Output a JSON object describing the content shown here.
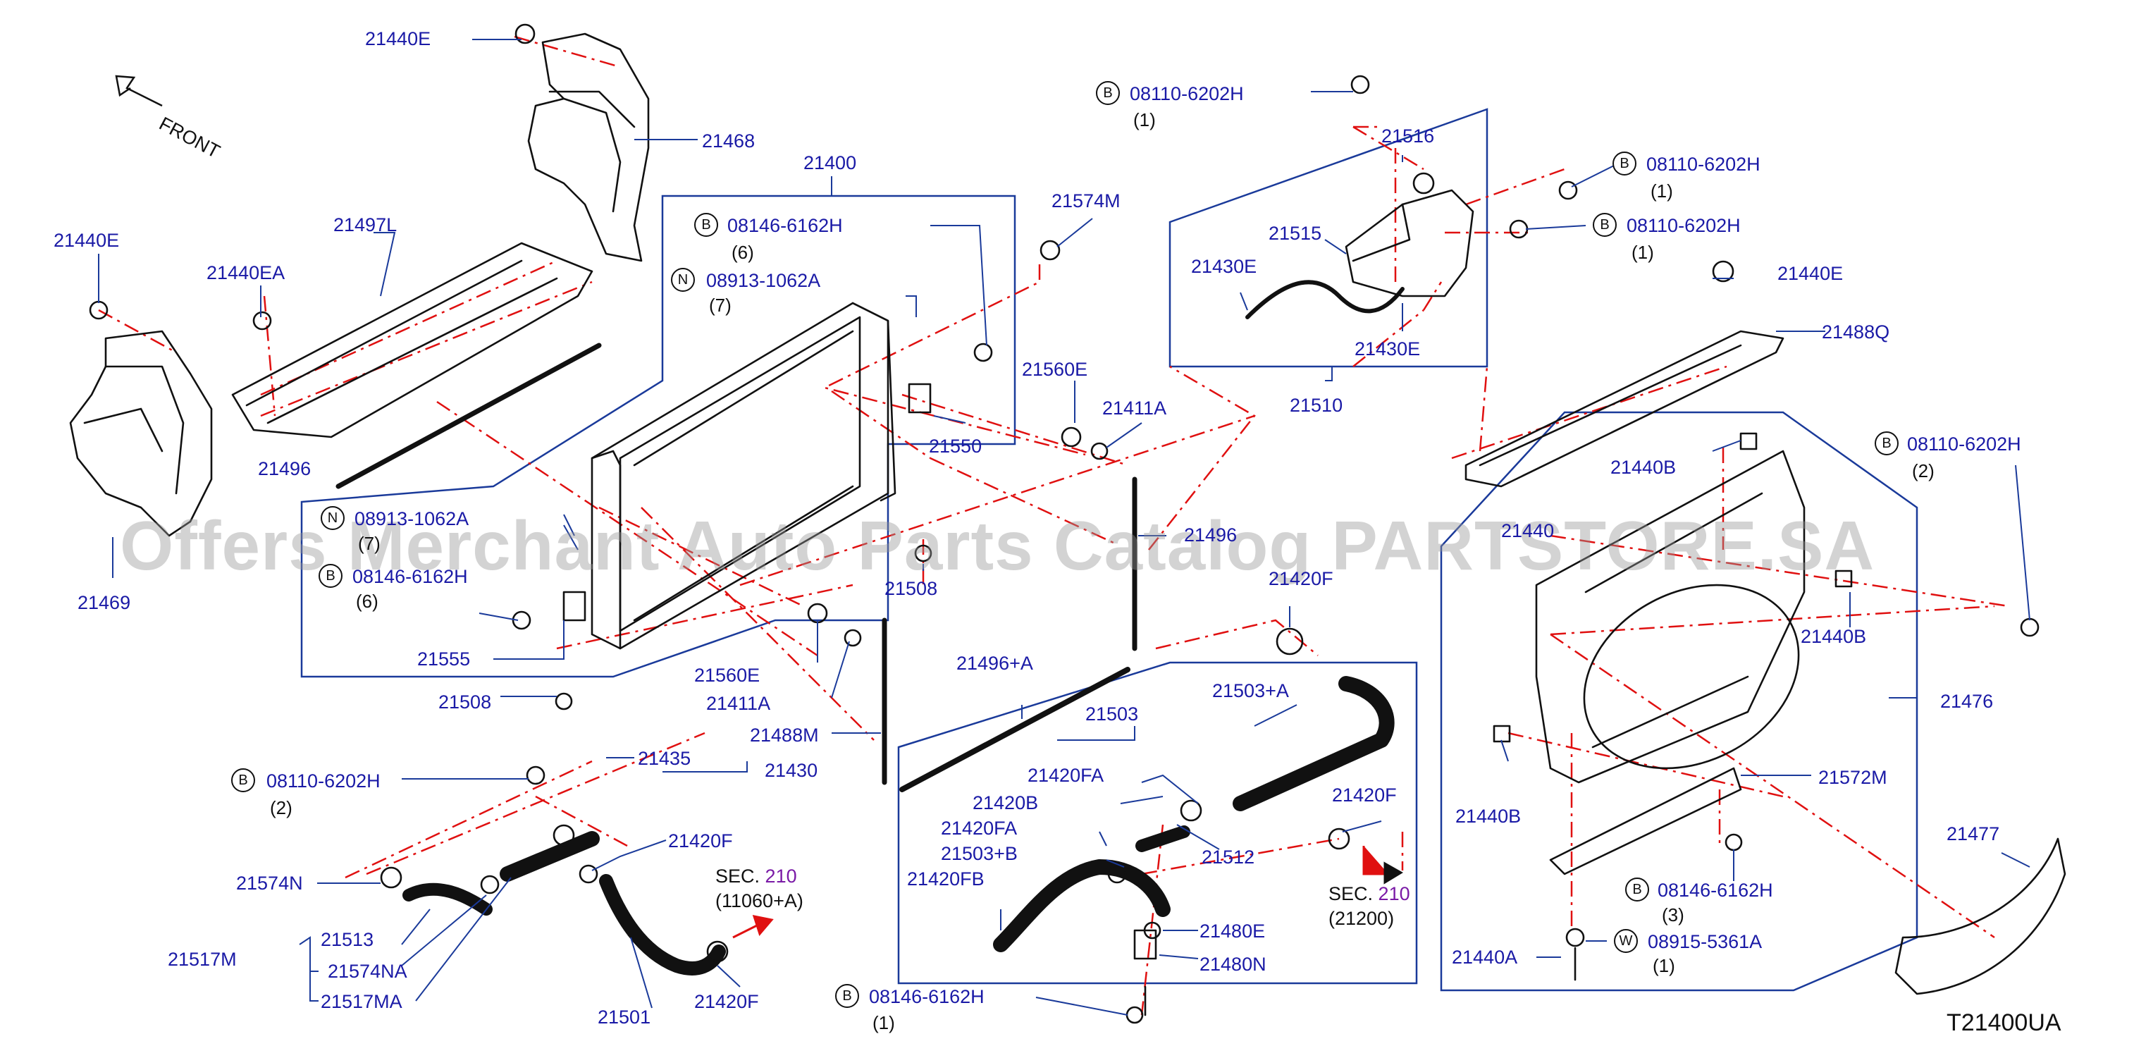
{
  "front_label": "FRONT",
  "watermark": "Offers Merchant Auto Parts Catalog PARTSTORE.SA",
  "diagram_code": "T21400UA",
  "colors": {
    "label": "#1a1aa6",
    "box": "#1a3a9a",
    "phantom": "#e01010",
    "ink": "#111111",
    "ref": "#7a1aa6"
  },
  "labels": {
    "p21440E_top": "21440E",
    "p21468": "21468",
    "p21440E_left": "21440E",
    "p21440EA": "21440EA",
    "p21497L": "21497L",
    "p21496": "21496",
    "p21469": "21469",
    "p21400": "21400",
    "p08146_top": "08146-6162H",
    "p08913_top": "08913-1062A",
    "p21574M": "21574M",
    "p21560E_top": "21560E",
    "p21411A_top": "21411A",
    "p21550": "21550",
    "p08913_left": "08913-1062A",
    "p08146_left": "08146-6162H",
    "p21555": "21555",
    "p21508_left": "21508",
    "p21508_mid": "21508",
    "p21560E_bot": "21560E",
    "p21411A_bot": "21411A",
    "p21488M": "21488M",
    "p21496A": "21496+A",
    "p21496_right": "21496",
    "p08110_topmid": "08110-6202H",
    "p21516": "21516",
    "p21515": "21515",
    "p21430E_a": "21430E",
    "p21430E_b": "21430E",
    "p21510": "21510",
    "p08110_r1": "08110-6202H",
    "p08110_r2": "08110-6202H",
    "p21440E_right": "21440E",
    "p21488Q": "21488Q",
    "p08110_r3": "08110-6202H",
    "p21440B_top": "21440B",
    "p21440_mid": "21440",
    "p21440B_right": "21440B",
    "p21476": "21476",
    "p21440B_left": "21440B",
    "p21572M": "21572M",
    "p21477": "21477",
    "p08146_br": "08146-6162H",
    "p08915": "08915-5361A",
    "p21440A": "21440A",
    "p21420F_top": "21420F",
    "p21503A": "21503+A",
    "p21503": "21503",
    "p21420FA_a": "21420FA",
    "p21420B": "21420B",
    "p21420FA_b": "21420FA",
    "p21503B": "21503+B",
    "p21420FB": "21420FB",
    "p21512": "21512",
    "p21480E": "21480E",
    "p21480N": "21480N",
    "p21420F_right": "21420F",
    "p08146_bot": "08146-6162H",
    "p08110_left": "08110-6202H",
    "p21435": "21435",
    "p21430": "21430",
    "p21420F_mid": "21420F",
    "p21574N": "21574N",
    "p21513": "21513",
    "p21574NA": "21574NA",
    "p21517M": "21517M",
    "p21517MA": "21517MA",
    "p21501": "21501",
    "p21420F_low": "21420F"
  },
  "quantities": {
    "q_08146_top": "(6)",
    "q_08913_top": "(7)",
    "q_08913_left": "(7)",
    "q_08146_left": "(6)",
    "q_08110_topmid": "(1)",
    "q_08110_r1": "(1)",
    "q_08110_r2": "(1)",
    "q_08110_r3": "(2)",
    "q_08146_br": "(3)",
    "q_08915": "(1)",
    "q_08146_bot": "(1)",
    "q_08110_left": "(2)"
  },
  "badges": {
    "b_08146_top": "B",
    "b_08913_top": "N",
    "b_08913_left": "N",
    "b_08146_left": "B",
    "b_08110_topmid": "B",
    "b_08110_r1": "B",
    "b_08110_r2": "B",
    "b_08110_r3": "B",
    "b_08146_br": "B",
    "b_08915": "W",
    "b_08146_bot": "B",
    "b_08110_left": "B"
  },
  "sections": {
    "sec_a": {
      "prefix": "SEC.",
      "ref": "210",
      "sub": "(11060+A)"
    },
    "sec_b": {
      "prefix": "SEC.",
      "ref": "210",
      "sub": "(21200)"
    }
  }
}
